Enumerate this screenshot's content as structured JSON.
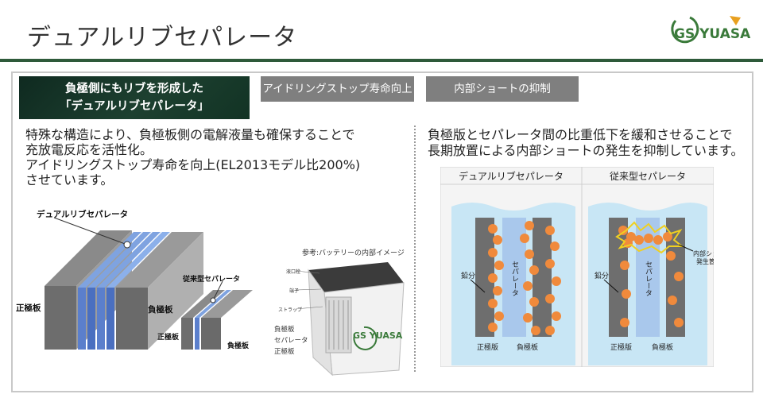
{
  "header": {
    "title": "デュアルリブセパレータ",
    "logo_text": "GS YUASA"
  },
  "headline": {
    "line1": "負極側にもリブを形成した",
    "line2": "「デュアルリブセパレータ」"
  },
  "tags": [
    "アイドリングストップ寿命向上",
    "内部ショートの抑制"
  ],
  "left": {
    "lines": [
      "特殊な構造により、負極板側の電解液量も確保することで",
      "充放電反応を活性化。",
      "アイドリングストップ寿命を向上(EL2013モデル比200%)",
      "させています。"
    ],
    "illustration": {
      "dual_label": "デュアルリブセパレータ",
      "conventional_label": "従来型セパレータ",
      "positive_label": "正極板",
      "negative_label": "負極板",
      "small_positive_label": "正極板",
      "small_negative_label": "負極板"
    },
    "battery": {
      "caption": "参考:バッテリーの内部イメージ",
      "parts": [
        "液口栓",
        "端子",
        "ストラップ",
        "負極板",
        "セパレータ",
        "正極板"
      ],
      "logo_text": "GS YUASA"
    }
  },
  "right": {
    "lines": [
      "負極版とセパレータ間の比重低下を緩和させることで",
      "長期放置による内部ショートの発生を抑制しています。"
    ],
    "diagram": {
      "col1_title": "デュアルリブセパレータ",
      "col2_title": "従来型セパレータ",
      "lead_label": "鉛分",
      "separator_label": "セパレータ",
      "positive_label": "正極版",
      "negative_label": "負極板",
      "short_label_1": "内部ショート",
      "short_label_2": "発生箇所"
    }
  },
  "colors": {
    "accent_green": "#2e5a3a",
    "logo_green": "#3a7a3a",
    "logo_orange": "#e8a020",
    "tag_gray": "#7f7f7f",
    "particle_orange": "#f08a3c",
    "electrolyte_blue": "#c8e6f5"
  }
}
